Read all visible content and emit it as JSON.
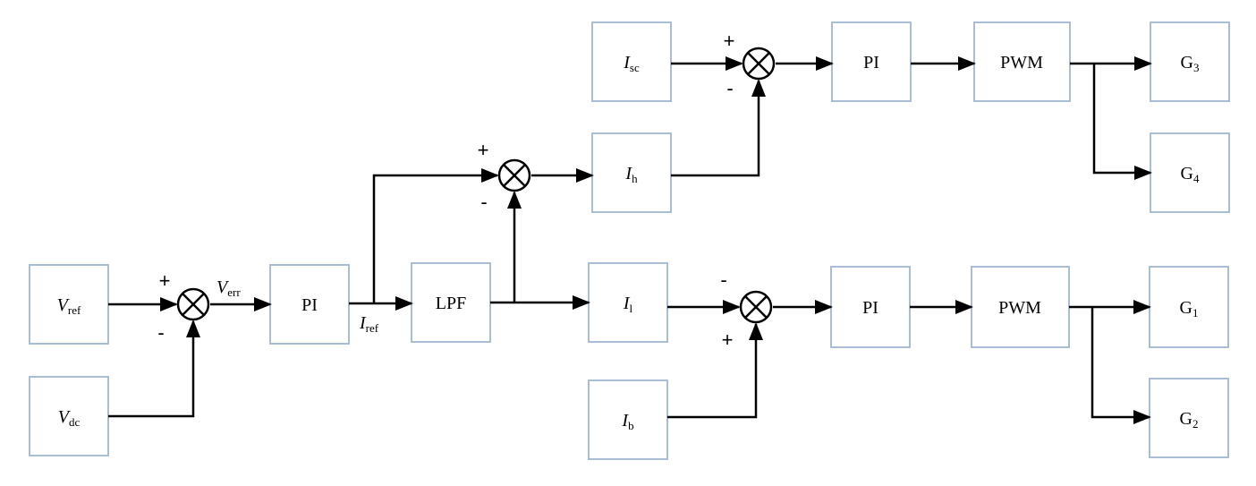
{
  "blocks": {
    "vref": {
      "main": "V",
      "sub": "ref"
    },
    "vdc": {
      "main": "V",
      "sub": "dc"
    },
    "pi_outer": {
      "main": "PI",
      "sub": ""
    },
    "lpf": {
      "main": "LPF",
      "sub": ""
    },
    "isc": {
      "main": "I",
      "sub": "sc"
    },
    "ih": {
      "main": "I",
      "sub": "h"
    },
    "il": {
      "main": "I",
      "sub": "l"
    },
    "ib": {
      "main": "I",
      "sub": "b"
    },
    "pi_top": {
      "main": "PI",
      "sub": ""
    },
    "pwm_top": {
      "main": "PWM",
      "sub": ""
    },
    "pi_bottom": {
      "main": "PI",
      "sub": ""
    },
    "pwm_bottom": {
      "main": "PWM",
      "sub": ""
    },
    "g3": {
      "main": "G",
      "sub": "3"
    },
    "g4": {
      "main": "G",
      "sub": "4"
    },
    "g1": {
      "main": "G",
      "sub": "1"
    },
    "g2": {
      "main": "G",
      "sub": "2"
    }
  },
  "signals": {
    "verr": {
      "main": "V",
      "sub": "err"
    },
    "iref": {
      "main": "I",
      "sub": "ref"
    }
  },
  "signs": {
    "sum_verr_plus": "+",
    "sum_verr_minus": "-",
    "sum_ih_plus": "+",
    "sum_ih_minus": "-",
    "sum_top_plus": "+",
    "sum_top_minus": "-",
    "sum_bottom_minus": "-",
    "sum_bottom_plus": "+"
  }
}
